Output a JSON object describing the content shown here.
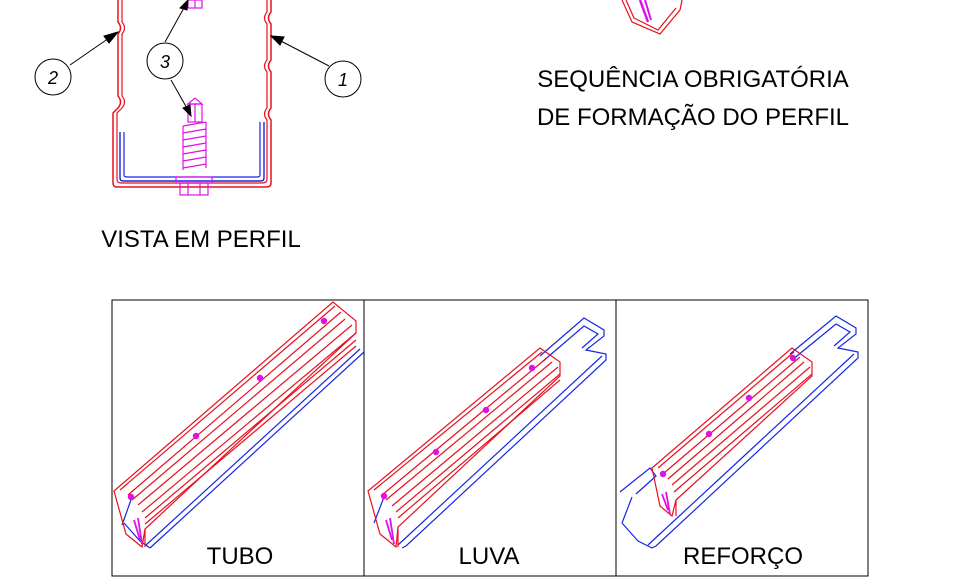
{
  "colors": {
    "red": "#e8101e",
    "blue": "#1626e6",
    "magenta": "#e010e8",
    "black": "#000000"
  },
  "callouts": {
    "c1": "1",
    "c2": "2",
    "c3": "3"
  },
  "profile_view": {
    "caption": "VISTA EM PERFIL"
  },
  "sequence": {
    "line1": "SEQUÊNCIA OBRIGATÓRIA",
    "line2": "DE FORMAÇÃO DO PERFIL"
  },
  "panels": [
    {
      "label": "TUBO"
    },
    {
      "label": "LUVA"
    },
    {
      "label": "REFORÇO"
    }
  ]
}
